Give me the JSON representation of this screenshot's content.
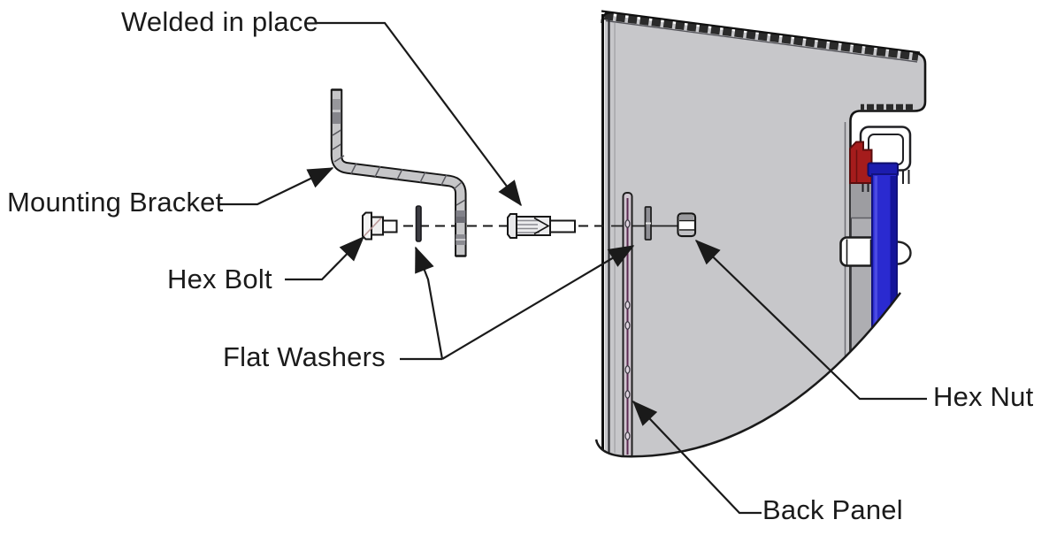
{
  "diagram": {
    "labels": {
      "welded_in_place": "Welded in place",
      "mounting_bracket": "Mounting Bracket",
      "hex_bolt": "Hex Bolt",
      "flat_washers": "Flat Washers",
      "hex_nut": "Hex Nut",
      "back_panel": "Back Panel"
    },
    "colors": {
      "background": "#ffffff",
      "outline": "#1a1a1a",
      "panel_gray": "#c7c7ca",
      "accent_blue": "#2a2ad0",
      "accent_red": "#a51c1c",
      "back_panel_line": "#5d2a52"
    }
  }
}
